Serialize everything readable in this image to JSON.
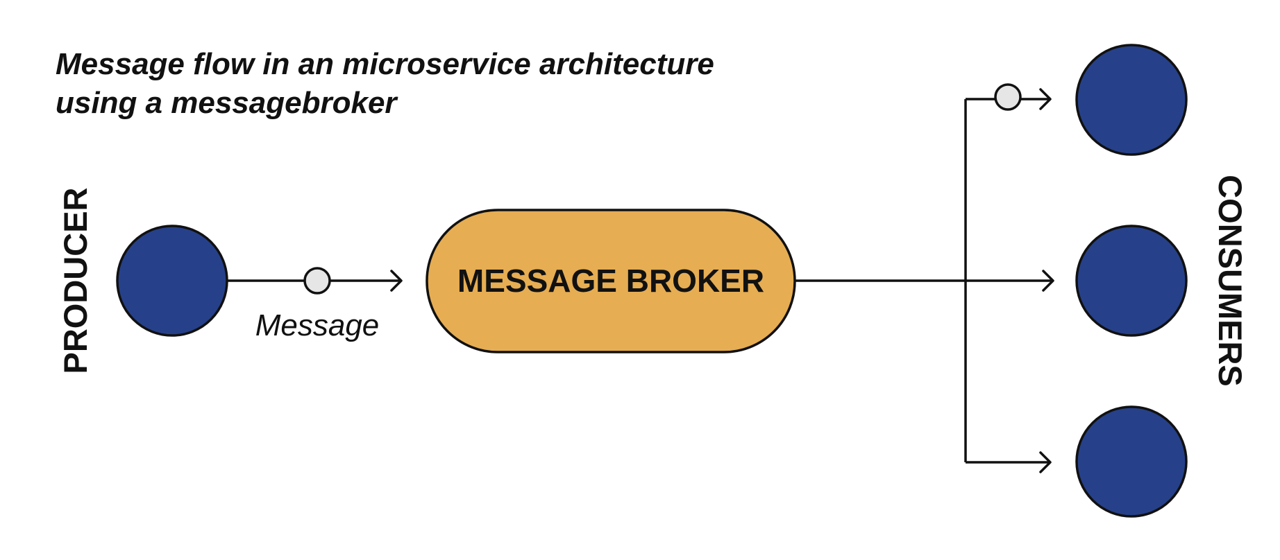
{
  "title": {
    "line1": "Message flow in an microservice architecture",
    "line2": "using a messagebroker"
  },
  "producer": {
    "label": "PRODUCER"
  },
  "broker": {
    "label": "MESSAGE BROKER"
  },
  "message": {
    "label": "Message"
  },
  "consumers": {
    "label": "CONSUMERS",
    "count": 3
  },
  "colors": {
    "node_fill": "#26418A",
    "broker_fill": "#E6AD52",
    "token_fill": "#E6E6E6",
    "stroke": "#111111",
    "text": "#111111"
  }
}
